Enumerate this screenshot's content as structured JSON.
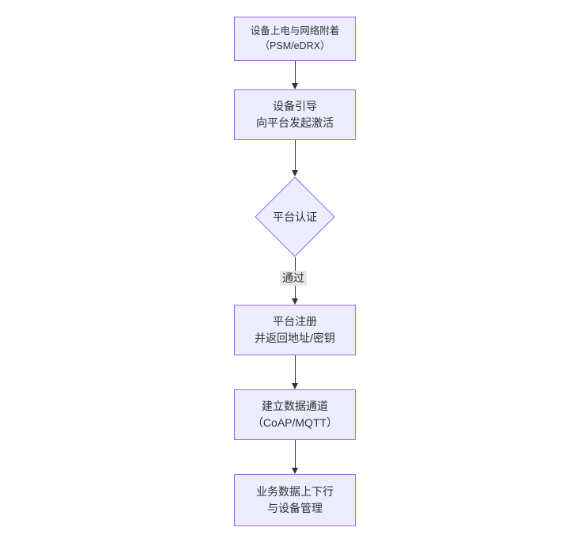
{
  "theme": {
    "background": "#ffffff",
    "node_fill": "#ececff",
    "node_border": "#9370db",
    "text_color": "#333333",
    "edge_color": "#333333",
    "edge_label_bg": "#e8e8e8"
  },
  "flowchart": {
    "direction": "top-down",
    "nodes": [
      {
        "id": "power-attach",
        "shape": "rect",
        "line1": "设备上电与网络附着",
        "line2": "（PSM/eDRX）"
      },
      {
        "id": "bootstrap",
        "shape": "rect",
        "line1": "设备引导",
        "line2": "向平台发起激活"
      },
      {
        "id": "auth",
        "shape": "diamond",
        "line1": "平台认证",
        "line2": ""
      },
      {
        "id": "register",
        "shape": "rect",
        "line1": "平台注册",
        "line2": "并返回地址/密钥"
      },
      {
        "id": "channel",
        "shape": "rect",
        "line1": "建立数据通道",
        "line2": "（CoAP/MQTT）"
      },
      {
        "id": "business",
        "shape": "rect",
        "line1": "业务数据上下行",
        "line2": "与设备管理"
      }
    ],
    "edges": [
      {
        "from": "power-attach",
        "to": "bootstrap",
        "label": ""
      },
      {
        "from": "bootstrap",
        "to": "auth",
        "label": ""
      },
      {
        "from": "auth",
        "to": "register",
        "label": "通过"
      },
      {
        "from": "register",
        "to": "channel",
        "label": ""
      },
      {
        "from": "channel",
        "to": "business",
        "label": ""
      }
    ],
    "edge_labels": {
      "pass": "通过"
    }
  }
}
